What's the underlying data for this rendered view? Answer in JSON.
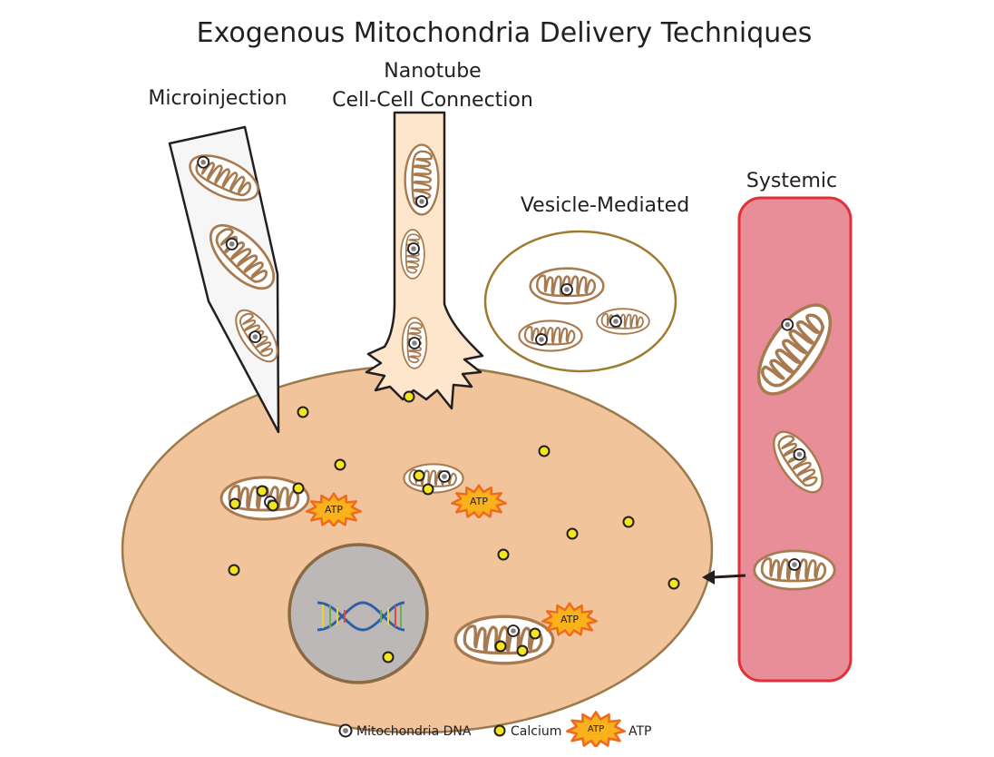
{
  "title": "Exogenous Mitochondria Delivery Techniques",
  "labels": {
    "microinjection": "Microinjection",
    "nanotube_line1": "Nanotube",
    "nanotube_line2": "Cell-Cell Connection",
    "vesicle": "Vesicle-Mediated",
    "systemic": "Systemic",
    "atp_badge": "ATP"
  },
  "legend": {
    "mtdna": "Mitochondria DNA",
    "calcium": "Calcium",
    "atp": "ATP",
    "atp_badge": "ATP"
  },
  "colors": {
    "cell_fill": "#f2c49b",
    "cell_stroke": "#9a7a4a",
    "mito_stroke": "#a87a50",
    "nucleus_fill": "#bdb8b8",
    "vessel_fill": "#e88e98",
    "vessel_stroke": "#e0303a",
    "calcium_fill": "#f4e61c",
    "atp_fill": "#f9b21c",
    "atp_stroke": "#ef6a1f",
    "nanotube_fill": "#fde6cc",
    "pipette_fill": "#f6f6f6"
  }
}
